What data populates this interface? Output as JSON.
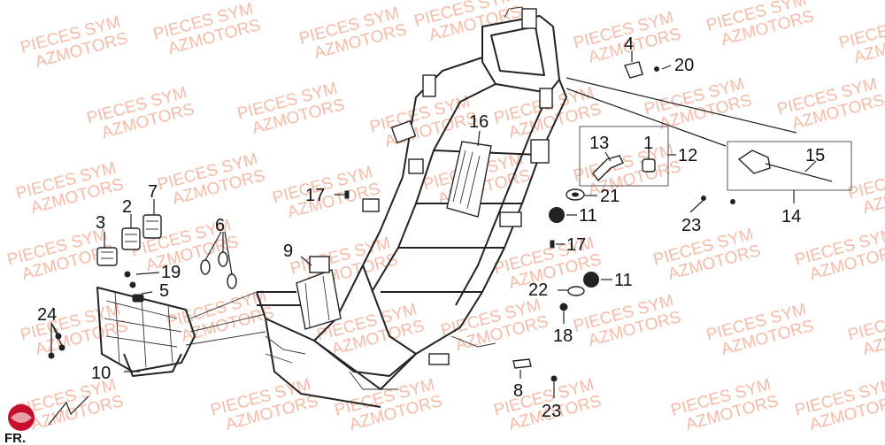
{
  "watermark": {
    "line1": "PIECES SYM",
    "line2": "AZMOTORS",
    "color": "#f4a58a"
  },
  "brand_mark": "FR.",
  "callouts": [
    {
      "id": "c1",
      "label": "1"
    },
    {
      "id": "c2",
      "label": "2"
    },
    {
      "id": "c3",
      "label": "3"
    },
    {
      "id": "c4",
      "label": "4"
    },
    {
      "id": "c5",
      "label": "5"
    },
    {
      "id": "c6",
      "label": "6"
    },
    {
      "id": "c7",
      "label": "7"
    },
    {
      "id": "c8",
      "label": "8"
    },
    {
      "id": "c9",
      "label": "9"
    },
    {
      "id": "c10",
      "label": "10"
    },
    {
      "id": "c11a",
      "label": "11"
    },
    {
      "id": "c11b",
      "label": "11"
    },
    {
      "id": "c12",
      "label": "12"
    },
    {
      "id": "c13",
      "label": "13"
    },
    {
      "id": "c14",
      "label": "14"
    },
    {
      "id": "c15",
      "label": "15"
    },
    {
      "id": "c16",
      "label": "16"
    },
    {
      "id": "c17a",
      "label": "17"
    },
    {
      "id": "c17b",
      "label": "17"
    },
    {
      "id": "c18",
      "label": "18"
    },
    {
      "id": "c19",
      "label": "19"
    },
    {
      "id": "c20",
      "label": "20"
    },
    {
      "id": "c21",
      "label": "21"
    },
    {
      "id": "c22",
      "label": "22"
    },
    {
      "id": "c23a",
      "label": "23"
    },
    {
      "id": "c23b",
      "label": "23"
    },
    {
      "id": "c24",
      "label": "24"
    }
  ]
}
